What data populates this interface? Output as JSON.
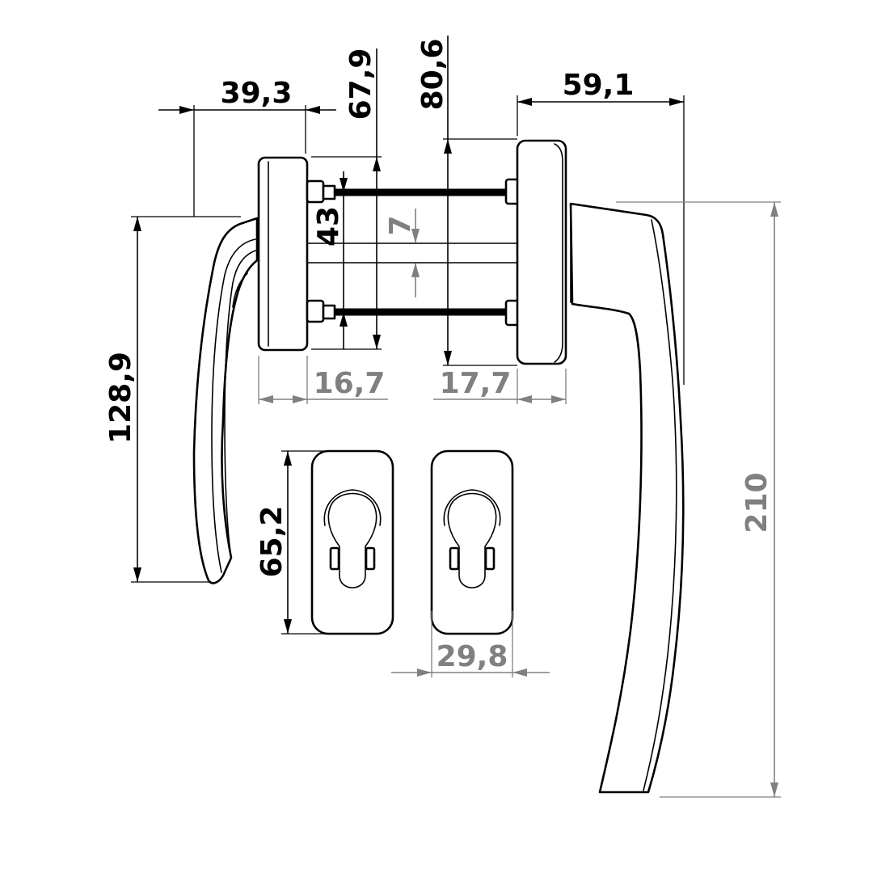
{
  "dimensions": {
    "d_39_3": "39,3",
    "d_67_9": "67,9",
    "d_80_6": "80,6",
    "d_59_1": "59,1",
    "d_43": "43",
    "d_7": "7",
    "d_16_7": "16,7",
    "d_17_7": "17,7",
    "d_128_9": "128,9",
    "d_65_2": "65,2",
    "d_29_8": "29,8",
    "d_210": "210"
  },
  "colors": {
    "outline": "#000000",
    "dimension_primary": "#000000",
    "dimension_secondary": "#808080",
    "background": "#ffffff"
  }
}
